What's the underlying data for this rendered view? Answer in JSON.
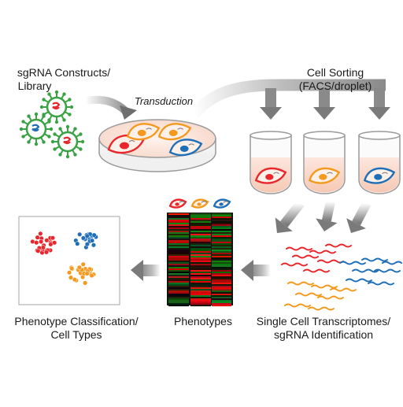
{
  "labels": {
    "library_line1": "sgRNA Constructs/",
    "library_line2": "Library",
    "transduction": "Transduction",
    "sorting_line1": "Cell Sorting",
    "sorting_line2": "(FACS/droplet)",
    "phenotype_line1": "Phenotype Classification/",
    "phenotype_line2": "Cell Types",
    "phenotypes": "Phenotypes",
    "transcriptome_line1": "Single Cell Transcriptomes/",
    "transcriptome_line2": "sgRNA Identification"
  },
  "colors": {
    "red": "#e8262b",
    "blue": "#1f6fb8",
    "orange": "#f39a1e",
    "virus_green": "#3aa244",
    "arrow_gray": "#8a8a8a",
    "heat_red": "#e31d1d",
    "heat_green": "#1f8a2e"
  },
  "icons": [
    "virus-icon",
    "petri-dish-icon",
    "cell-icon",
    "test-tube-icon",
    "scatter-cluster-icon",
    "heatmap-icon",
    "transcript-icon"
  ]
}
